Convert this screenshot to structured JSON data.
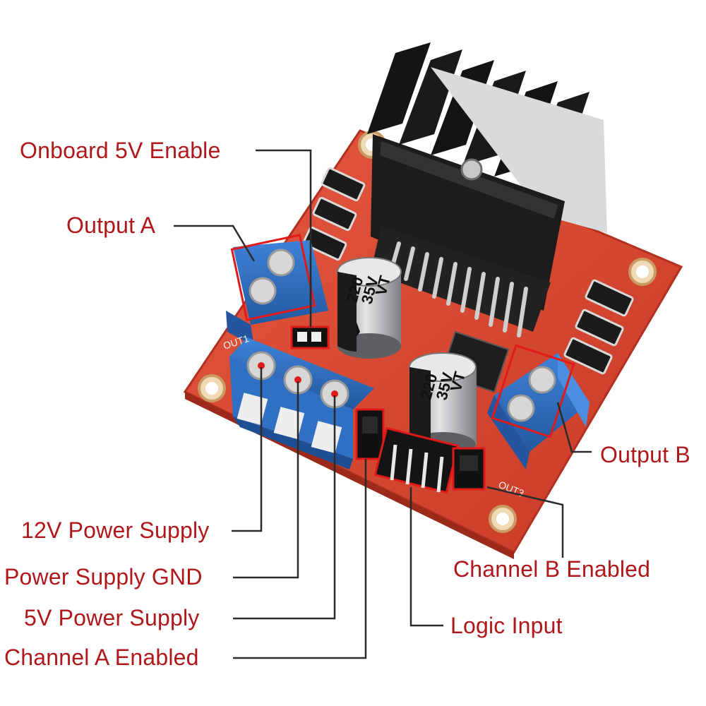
{
  "labels": {
    "onboard_5v_enable": "Onboard 5V Enable",
    "output_a": "Output A",
    "output_b": "Output B",
    "power_12v": "12V Power Supply",
    "power_gnd": "Power Supply GND",
    "power_5v": "5V Power Supply",
    "channel_a_enabled": "Channel A Enabled",
    "channel_b_enabled": "Channel B Enabled",
    "logic_input": "Logic Input"
  },
  "board_markings": {
    "cap_left_value": "220",
    "cap_left_rating": "35V",
    "cap_left_series": "VT",
    "cap_right_value": "220",
    "cap_right_rating": "35V",
    "cap_right_series": "VT",
    "out3": "OUT3",
    "out1": "OUT1"
  },
  "colors": {
    "label_text": "#b0171a",
    "leader_line": "#2a2a2a",
    "pcb": "#d8432e",
    "terminal": "#2f6fc4",
    "highlight_box": "#e01a1a",
    "heatsink": "#1c1c1c"
  }
}
